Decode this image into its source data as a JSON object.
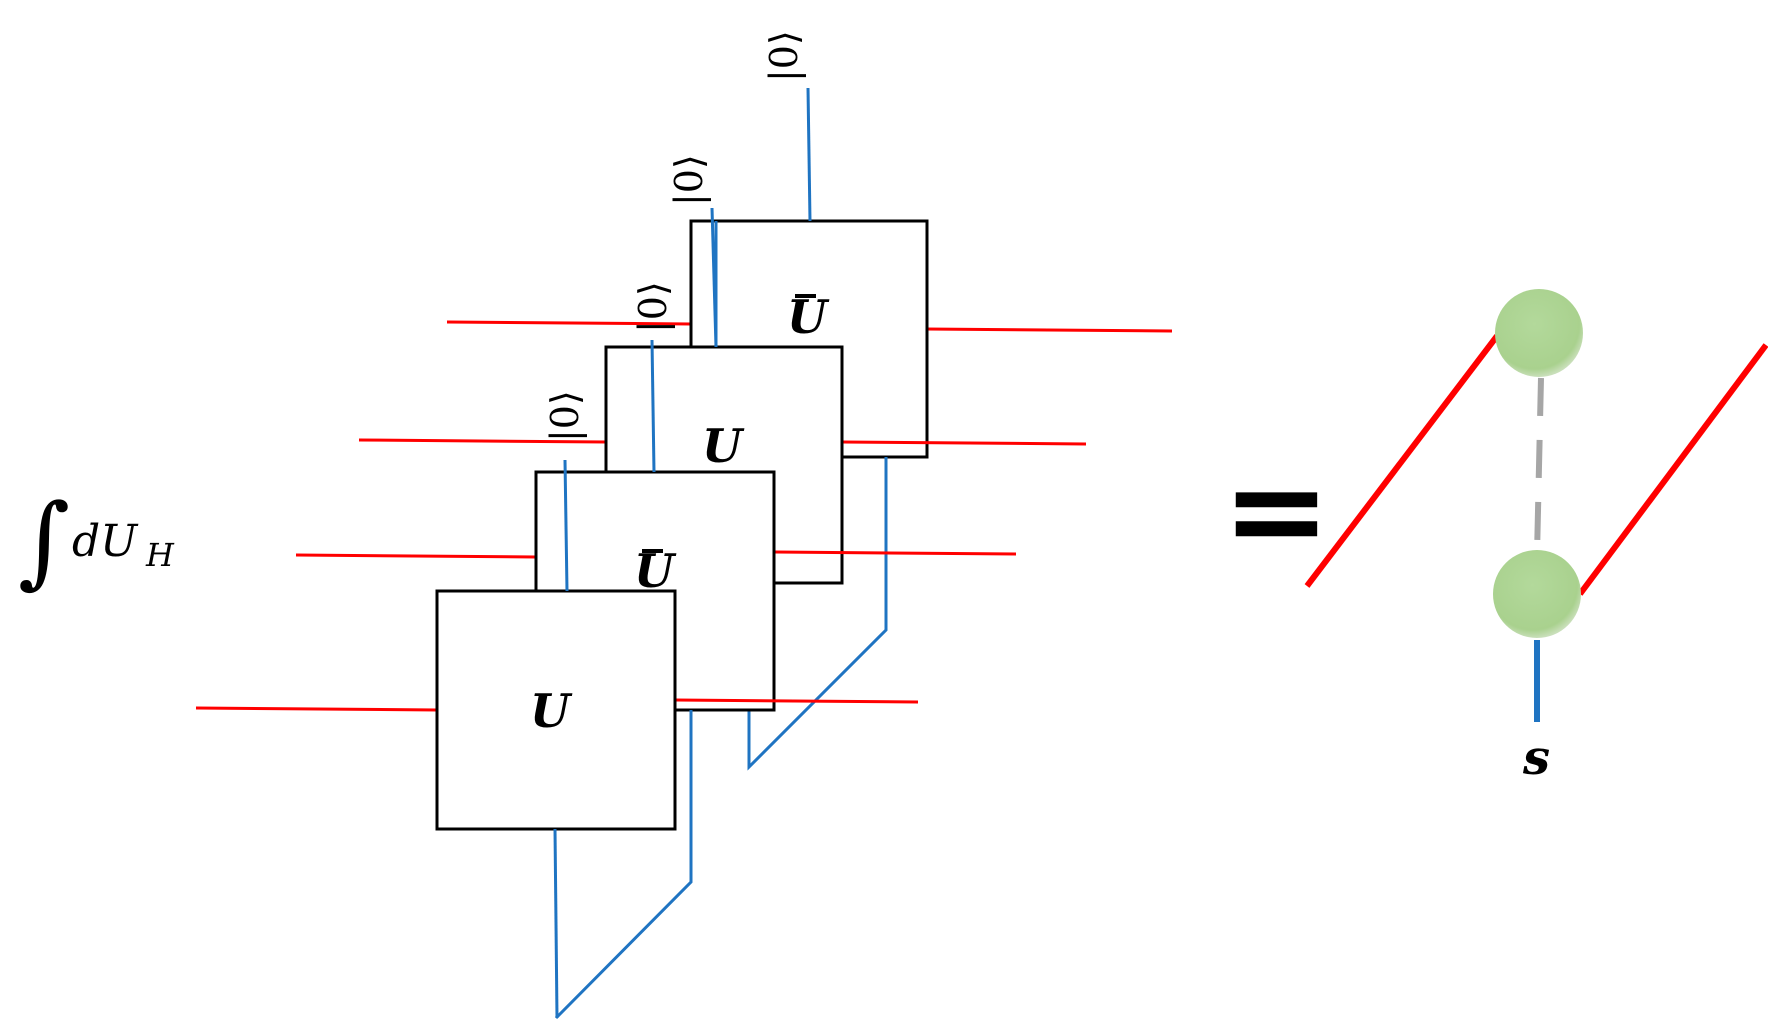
{
  "integral": {
    "sign": "∫",
    "measure": "dU",
    "subscript": "H"
  },
  "equals": "=",
  "layers": [
    {
      "label": "U",
      "bar": false,
      "ket": ""
    },
    {
      "label": "U",
      "bar": true,
      "ket": "|0⟩"
    },
    {
      "label": "U",
      "bar": false,
      "ket": "|0⟩"
    },
    {
      "label": "U",
      "bar": true,
      "ket": "|0⟩"
    }
  ],
  "top_ket": "|0⟩",
  "rhs": {
    "bottom_label": "s",
    "node_color": "#a9d18e",
    "leg_color": "#ff0000",
    "bond_color": "#a6a6a6",
    "physical_leg_color": "#1f74c2"
  },
  "colors": {
    "red_leg": "#ff0000",
    "blue_wire": "#1f74c2",
    "box_stroke": "#000000"
  }
}
